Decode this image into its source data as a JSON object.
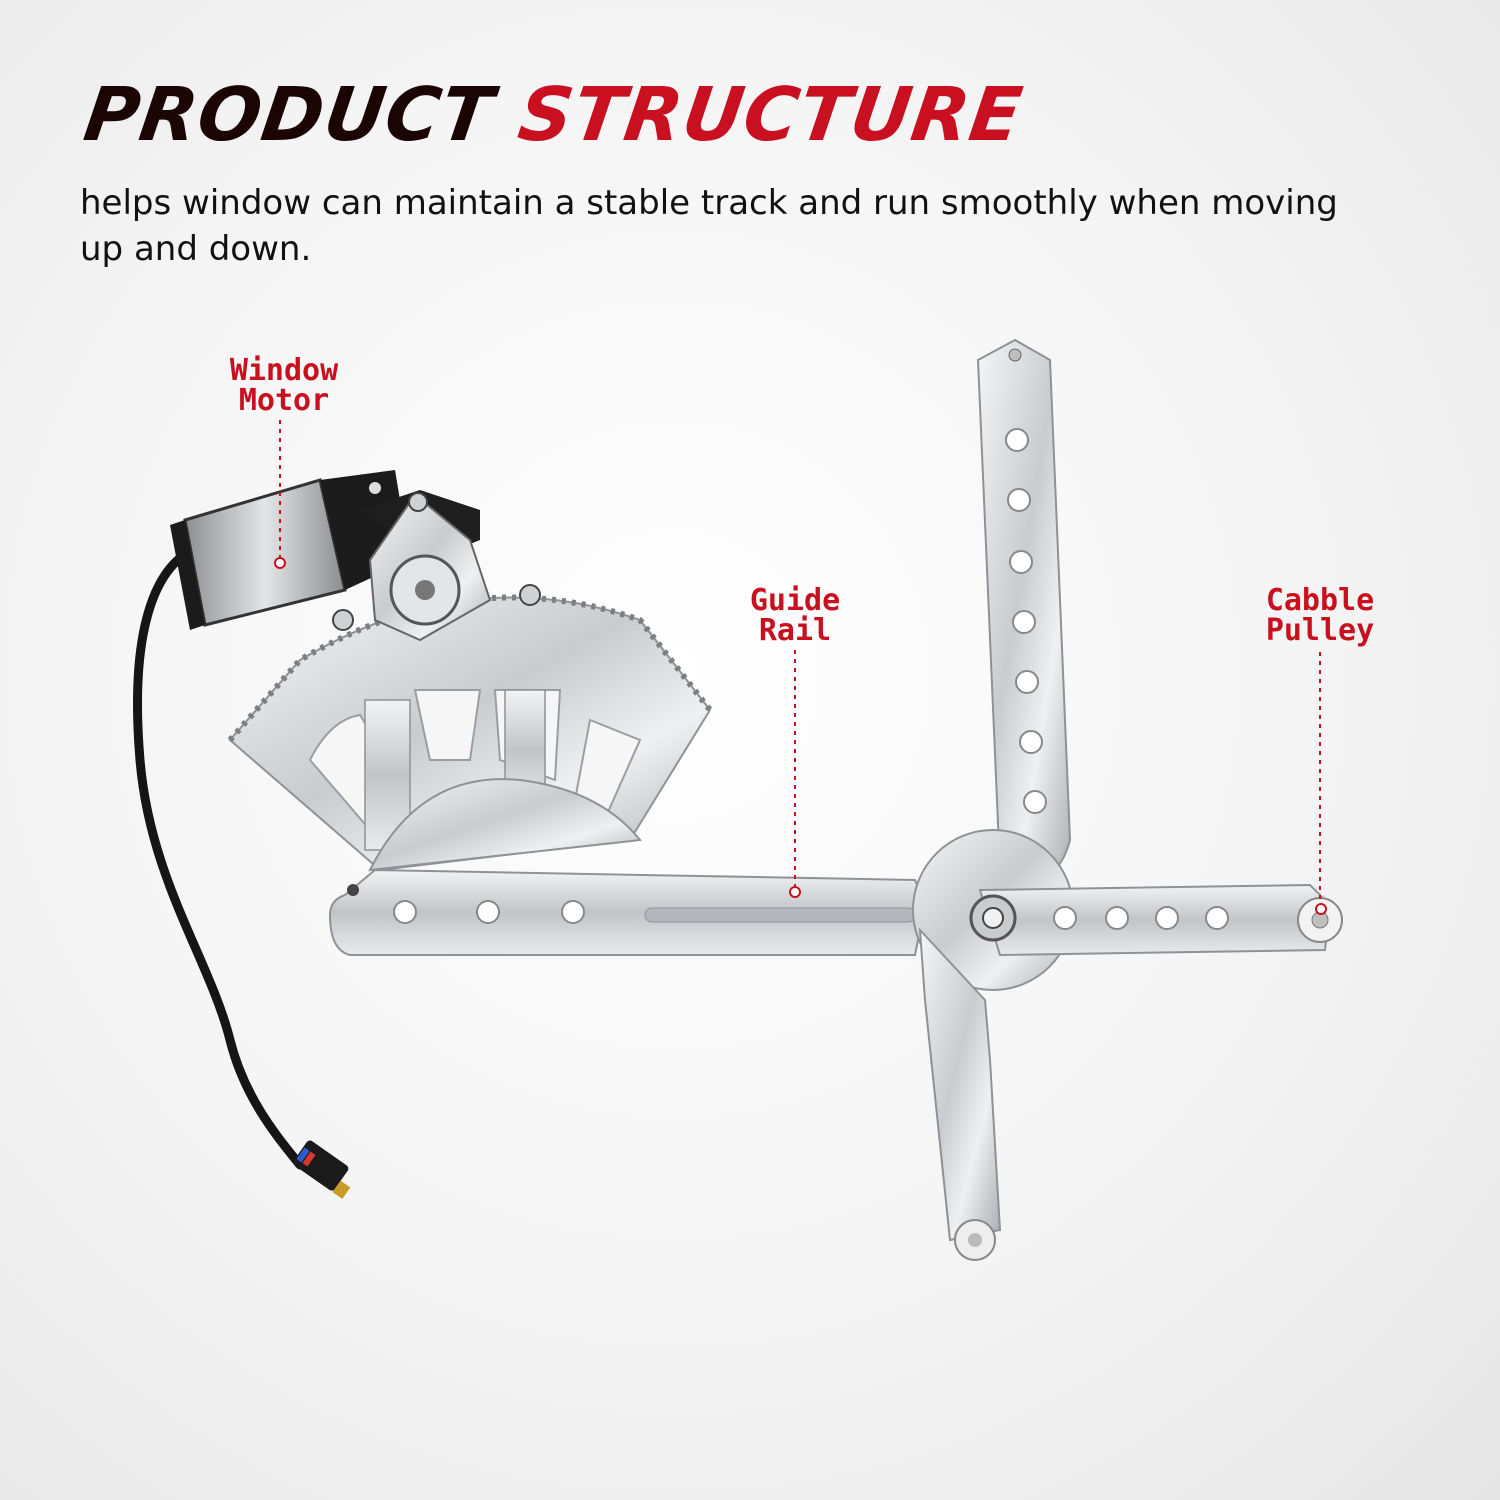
{
  "header": {
    "title_part1": "PRODUCT",
    "title_part2": "STRUCTURE",
    "subtitle": "helps window can maintain a stable track and run smoothly when moving up and down."
  },
  "callouts": {
    "window_motor": {
      "line1": "Window",
      "line2": "Motor"
    },
    "guide_rail": {
      "line1": "Guide",
      "line2": "Rail"
    },
    "cable_pulley": {
      "line1": "Cabble",
      "line2": "Pulley"
    }
  },
  "colors": {
    "accent": "#c8101e",
    "title_dark": "#1a0404",
    "metal": "#d7d9db",
    "motor_black": "#1b1b1b"
  },
  "icons": [
    "window-regulator-illustration"
  ]
}
